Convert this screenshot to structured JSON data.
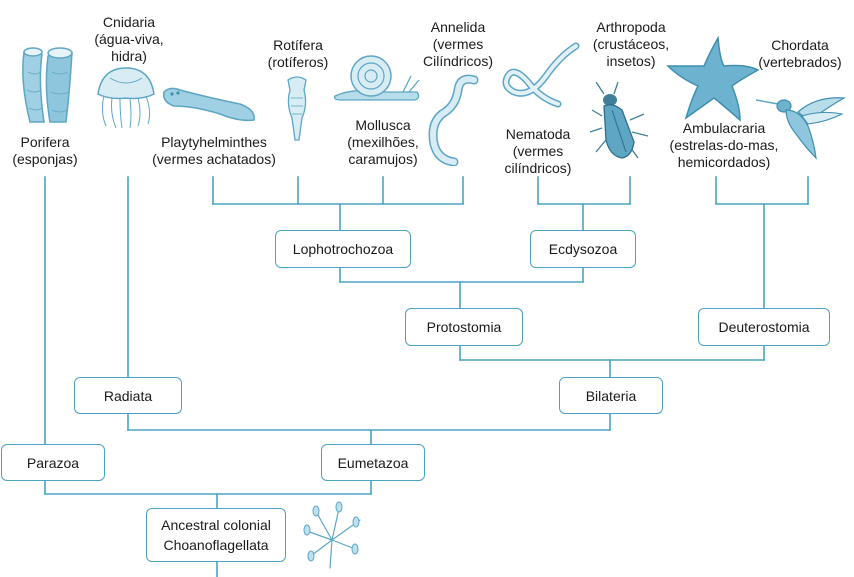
{
  "colors": {
    "line": "#4aa3c2",
    "illustration": "#5ea6c4",
    "illustration_light": "#bfe0ee"
  },
  "groups": {
    "porifera": [
      "Porifera",
      "(esponjas)"
    ],
    "cnidaria": [
      "Cnidaria",
      "(água-viva,",
      "hidra)"
    ],
    "rotifera": [
      "Rotífera",
      "(rotíferos)"
    ],
    "annelida": [
      "Annelida",
      "(vermes",
      "Cilíndricos)"
    ],
    "arthropoda": [
      "Arthropoda",
      "(crustáceos,",
      "insetos)"
    ],
    "chordata": [
      "Chordata",
      "(vertebrados)"
    ],
    "platyhelminthes": [
      "Playtyhelminthes",
      "(vermes achatados)"
    ],
    "mollusca": [
      "Mollusca",
      "(mexilhões,",
      "caramujos)"
    ],
    "nematoda": [
      "Nematoda",
      "(vermes",
      "cilíndricos)"
    ],
    "ambulacraria": [
      "Ambulacraria",
      "(estrelas-do-mas,",
      "hemicordados)"
    ]
  },
  "clades": {
    "lophotrochozoa": "Lophotrochozoa",
    "ecdysozoa": "Ecdysozoa",
    "protostomia": "Protostomia",
    "deuterostomia": "Deuterostomia",
    "radiata": "Radiata",
    "bilateria": "Bilateria",
    "parazoa": "Parazoa",
    "eumetazoa": "Eumetazoa",
    "root": [
      "Ancestral colonial",
      "Choanoflagellata"
    ]
  },
  "icons": [
    "sponge-icon",
    "jellyfish-icon",
    "flatworm-icon",
    "rotifer-icon",
    "snail-icon",
    "annelid-icon",
    "nematode-icon",
    "beetle-icon",
    "starfish-icon",
    "hummingbird-icon",
    "choanoflagellate-icon"
  ]
}
